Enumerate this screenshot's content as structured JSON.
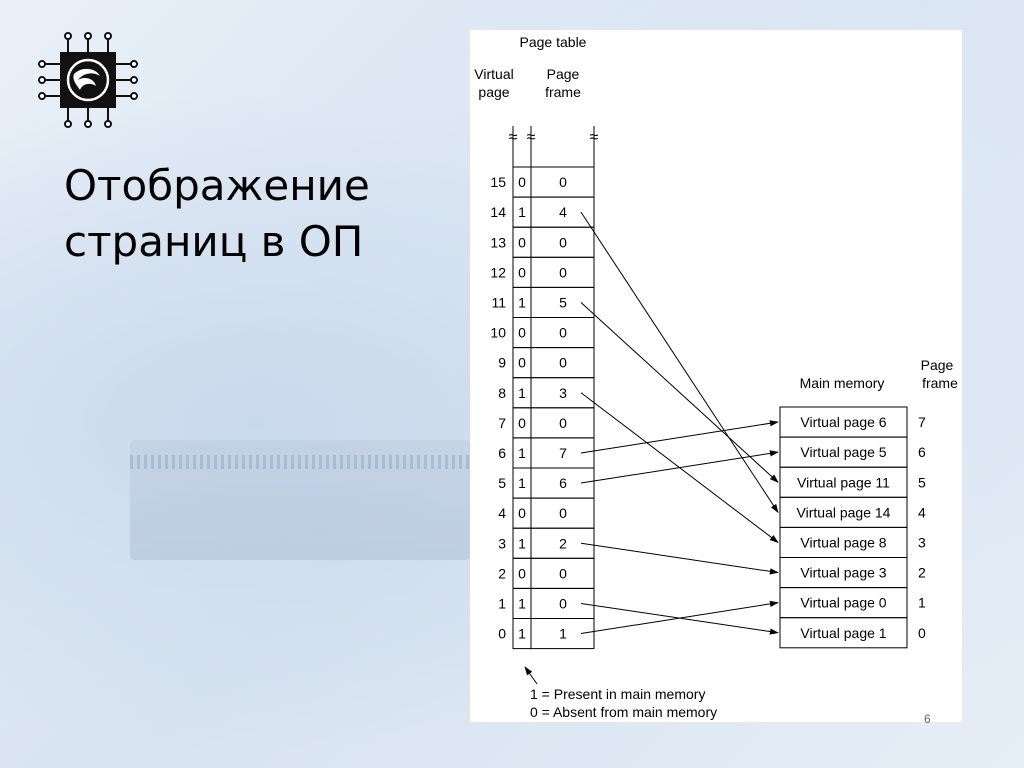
{
  "slide": {
    "title": "Отображение страниц в ОП",
    "page_number": "6"
  },
  "diagram": {
    "page_table_title": "Page table",
    "virtual_page_header": [
      "Virtual",
      "page"
    ],
    "page_frame_header": [
      "Page",
      "frame"
    ],
    "break_mark": "≈",
    "main_memory_title": "Main memory",
    "memory_frame_header": [
      "Page",
      "frame"
    ],
    "legend": [
      "1 = Present in main memory",
      "0 = Absent from main memory"
    ],
    "page_table": [
      {
        "vpage": "15",
        "present": "0",
        "frame": "0"
      },
      {
        "vpage": "14",
        "present": "1",
        "frame": "4"
      },
      {
        "vpage": "13",
        "present": "0",
        "frame": "0"
      },
      {
        "vpage": "12",
        "present": "0",
        "frame": "0"
      },
      {
        "vpage": "11",
        "present": "1",
        "frame": "5"
      },
      {
        "vpage": "10",
        "present": "0",
        "frame": "0"
      },
      {
        "vpage": "9",
        "present": "0",
        "frame": "0"
      },
      {
        "vpage": "8",
        "present": "1",
        "frame": "3"
      },
      {
        "vpage": "7",
        "present": "0",
        "frame": "0"
      },
      {
        "vpage": "6",
        "present": "1",
        "frame": "7"
      },
      {
        "vpage": "5",
        "present": "1",
        "frame": "6"
      },
      {
        "vpage": "4",
        "present": "0",
        "frame": "0"
      },
      {
        "vpage": "3",
        "present": "1",
        "frame": "2"
      },
      {
        "vpage": "2",
        "present": "0",
        "frame": "0"
      },
      {
        "vpage": "1",
        "present": "1",
        "frame": "0"
      },
      {
        "vpage": "0",
        "present": "1",
        "frame": "1"
      }
    ],
    "main_memory": [
      {
        "frame": "7",
        "label": "Virtual page 6"
      },
      {
        "frame": "6",
        "label": "Virtual page 5"
      },
      {
        "frame": "5",
        "label": "Virtual page 11"
      },
      {
        "frame": "4",
        "label": "Virtual page 14"
      },
      {
        "frame": "3",
        "label": "Virtual page 8"
      },
      {
        "frame": "2",
        "label": "Virtual page 3"
      },
      {
        "frame": "1",
        "label": "Virtual page 0"
      },
      {
        "frame": "0",
        "label": "Virtual page 1"
      }
    ]
  },
  "colors": {
    "ink": "#000000",
    "panel": "#ffffff",
    "logo_body": "#111111"
  }
}
